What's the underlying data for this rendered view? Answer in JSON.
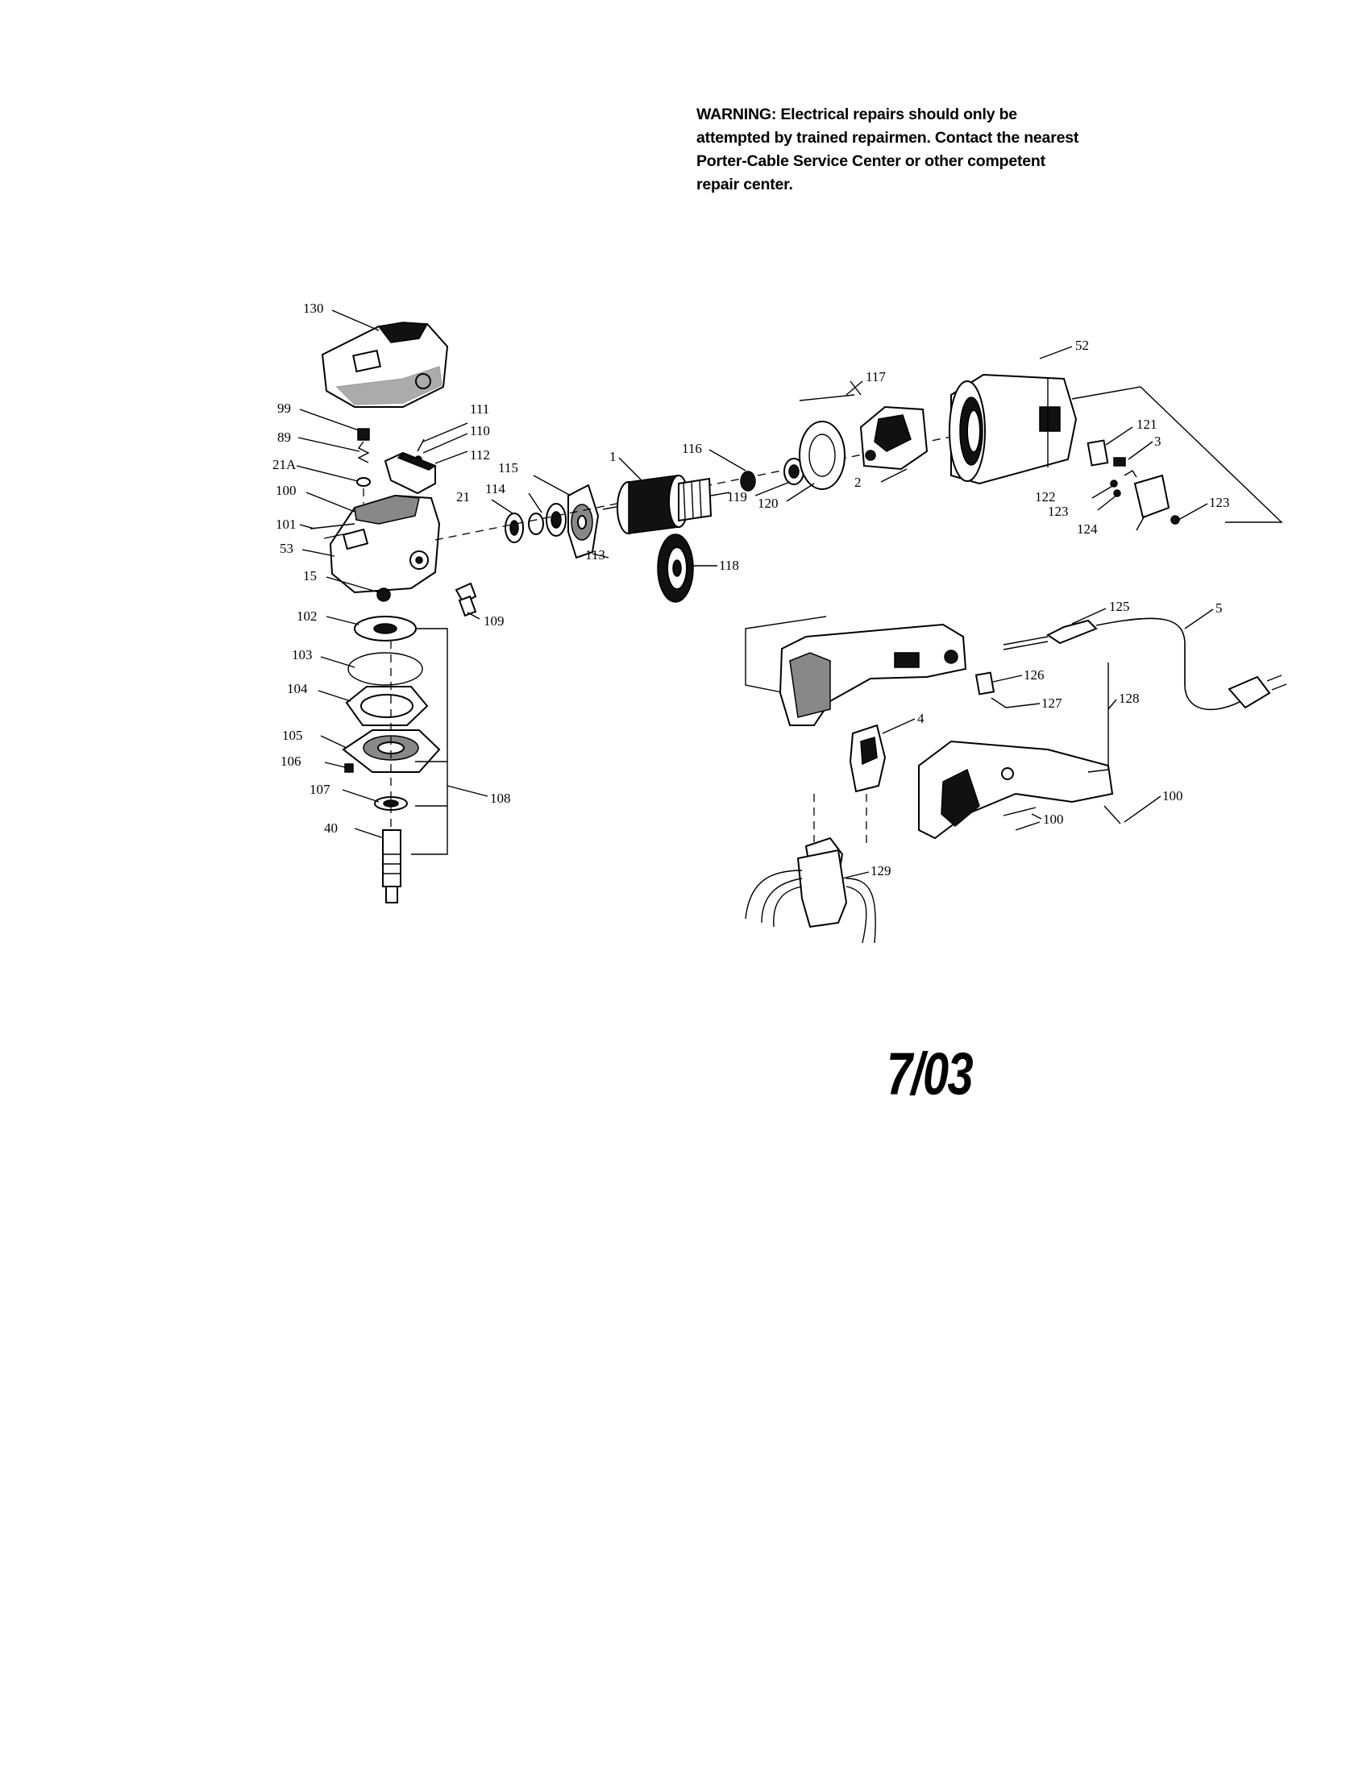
{
  "warning": {
    "lines": [
      "WARNING: Electrical repairs should only be",
      "attempted by trained repairmen. Contact the nearest",
      "Porter-Cable Service Center or other competent",
      "repair center."
    ]
  },
  "date_code": "7/03",
  "part_labels": {
    "p130": "130",
    "p99": "99",
    "p89": "89",
    "p21a": "21A",
    "p100a": "100",
    "p101": "101",
    "p53": "53",
    "p15": "15",
    "p102": "102",
    "p103": "103",
    "p104": "104",
    "p105": "105",
    "p106": "106",
    "p107": "107",
    "p108": "108",
    "p40": "40",
    "p111": "111",
    "p110": "110",
    "p112": "112",
    "p115": "115",
    "p21": "21",
    "p114": "114",
    "p113": "113",
    "p109": "109",
    "p1": "1",
    "p116": "116",
    "p119": "119",
    "p120": "120",
    "p118": "118",
    "p117": "117",
    "p52": "52",
    "p2": "2",
    "p121": "121",
    "p3": "3",
    "p122": "122",
    "p123a": "123",
    "p123b": "123",
    "p124": "124",
    "p125": "125",
    "p5": "5",
    "p126": "126",
    "p127": "127",
    "p128": "128",
    "p4": "4",
    "p100b": "100",
    "p100c": "100",
    "p129": "129"
  }
}
